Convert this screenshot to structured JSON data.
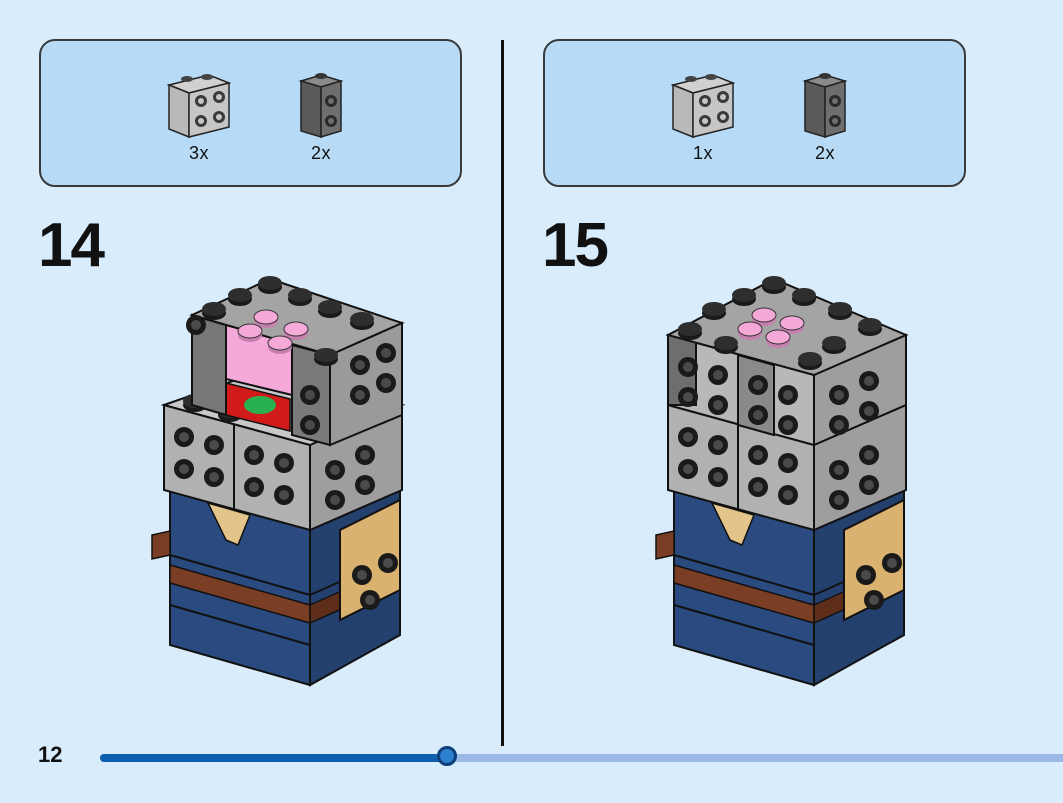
{
  "page": {
    "number": "12",
    "progress_fraction": 0.36
  },
  "steps": [
    {
      "number": "14",
      "parts": [
        {
          "icon": "light-gray-brick-2x2-studs-icon",
          "qty": "3x"
        },
        {
          "icon": "dark-gray-brick-1x2-studs-icon",
          "qty": "2x"
        }
      ]
    },
    {
      "number": "15",
      "parts": [
        {
          "icon": "light-gray-brick-2x2-studs-icon",
          "qty": "1x"
        },
        {
          "icon": "dark-gray-brick-1x2-studs-icon",
          "qty": "2x"
        }
      ]
    }
  ],
  "colors": {
    "background": "#d8ecfb",
    "parts_box": "#b7dbf7",
    "light_gray": "#a8a8a8",
    "dark_gray": "#6b6b6b",
    "navy": "#2b4a80",
    "brown": "#7a3e24",
    "pink": "#f4a9d8",
    "tan": "#d8b26e",
    "progress_fill": "#0e5fae",
    "progress_track": "#9cb8e6"
  }
}
